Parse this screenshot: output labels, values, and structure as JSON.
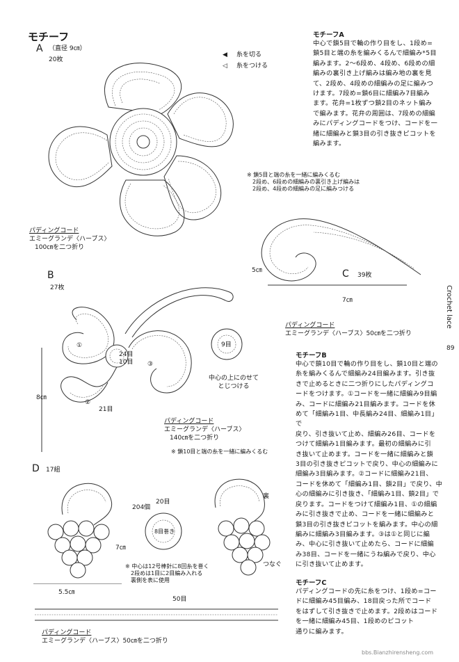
{
  "page": {
    "section_title": "モチーフ",
    "side_title": "Crochet lace",
    "page_number": "89",
    "watermark": "bbs.Bianzhirensheng.com"
  },
  "motif_a": {
    "letter": "A",
    "size": "（直径 9㎝）",
    "count": "20枚",
    "legend_cut": "糸を切る",
    "legend_join": "糸をつける",
    "note_lines": [
      "※ 鎖5目と端の糸を一緒に編みくるむ",
      "2段め、6段めの細編みの裏引き上げ編みは",
      "2段め、4段めの細編みの足に編みつける"
    ],
    "cord_lines": [
      "パディングコード",
      "エミーグランデ〈ハーブス〉",
      "100㎝を二つ折り"
    ]
  },
  "motif_b": {
    "letter": "B",
    "count": "27枚",
    "size_height": "8㎝",
    "label_24": "24目",
    "label_10": "10目",
    "label_21": "21目",
    "label_9": "9目",
    "circles": [
      "①",
      "②",
      "③"
    ],
    "center_note": [
      "中心の上にのせて",
      "とじつける"
    ],
    "cord_lines": [
      "パディングコード",
      "エミーグランデ〈ハーブス〉",
      "140㎝を二つ折り"
    ],
    "note": "※ 鎖10目と端の糸を一緒に編みくるむ"
  },
  "motif_c": {
    "letter": "C",
    "count": "39枚",
    "size_height": "5㎝",
    "size_width": "7㎝",
    "cord_lines": [
      "パディングコード",
      "エミーグランデ〈ハーブス〉50㎝を二つ折り"
    ]
  },
  "motif_d": {
    "letter": "D",
    "count": "17組",
    "size_height": "7㎝",
    "size_width": "5.5㎝",
    "label_204": "204個",
    "label_20": "20目",
    "label_8": "8目巻き",
    "label_back": "裏",
    "label_join": "つなぐ",
    "label_50": "50目",
    "notes": [
      "※ 中心は12号棒針に8回糸を巻く",
      "2段めは1目に2目編み入れる",
      "裏側を表に使用"
    ],
    "cord_lines": [
      "パディングコード",
      "エミーグランデ〈ハーブス〉50㎝を二つ折り"
    ]
  },
  "instructions": {
    "a_title": "モチーフA",
    "a_lines": [
      "中心で鎖5目で輪の作り目をし、1段め=",
      "鎖5目と端の糸を編みくるんで細編み*5目",
      "編みます。2〜6段め、4段め、6段めの細",
      "編みの裏引き上げ編みは編み地の裏を見",
      "て、2段め、4段めの細編みの足に編みつ",
      "けます。7段め=鎖6目に細編み7目編み",
      "ます。花弁=1枚ずつ鎖2目のネット編み",
      "で編みます。花弁の周囲は、7段めの細編",
      "みにパディングコードをつけ、コードを一",
      "緒に細編みと鎖3目の引き抜きピコットを",
      "編みます。"
    ],
    "b_title": "モチーフB",
    "b_lines": [
      "中心で鎖10目で輪の作り目をし、鎖10目と端の",
      "糸を編みくるんで細編み24目編みます。引き抜",
      "きで止めるときに二つ折りにしたパディングコ",
      "ードをつけます。①コードを一緒に細編み9目編",
      "み、コードに細編み21目編みます。コードを休",
      "めて「細編み1目、中長編み24目、細編み1目」で",
      "戻り、引き抜いて止め、細編み26目、コードを",
      "つけて細編み1目編みます。最初の細編みに引",
      "き抜いて止めます。コードを一緒に細編みと鎖",
      "3目の引き抜きピコットで戻り、中心の細編みに",
      "細編み3目編みます。②コードに細編み21目、",
      "コードを休めて「細編み1目、鎖2目」で戻り、中",
      "心の細編みに引き抜き、「細編み1目、鎖2目」で",
      "戻ります。コードをつけて細編み1目、①の細編",
      "みに引き抜きで止め、コードを一緒に細編みと",
      "鎖3目の引き抜きピコットを編みます。中心の細",
      "編みに細編み3目編みます。③は①と同じに編",
      "み、中心に引き抜いて止めたら、コードに細編",
      "み38目、コードを一緒にうね編みで戻り、中心",
      "に引き抜いて止めます。"
    ],
    "c_title": "モチーフC",
    "c_lines": [
      "パディングコードの先に糸をつけ、1段め=コー",
      "ドに細編み45目編み、18目戻った所でコード",
      "をはずして引き抜きで止めます。2段めはコード",
      "を一緒に細編み45目、1段めのピコット",
      "通りに編みます。"
    ]
  }
}
